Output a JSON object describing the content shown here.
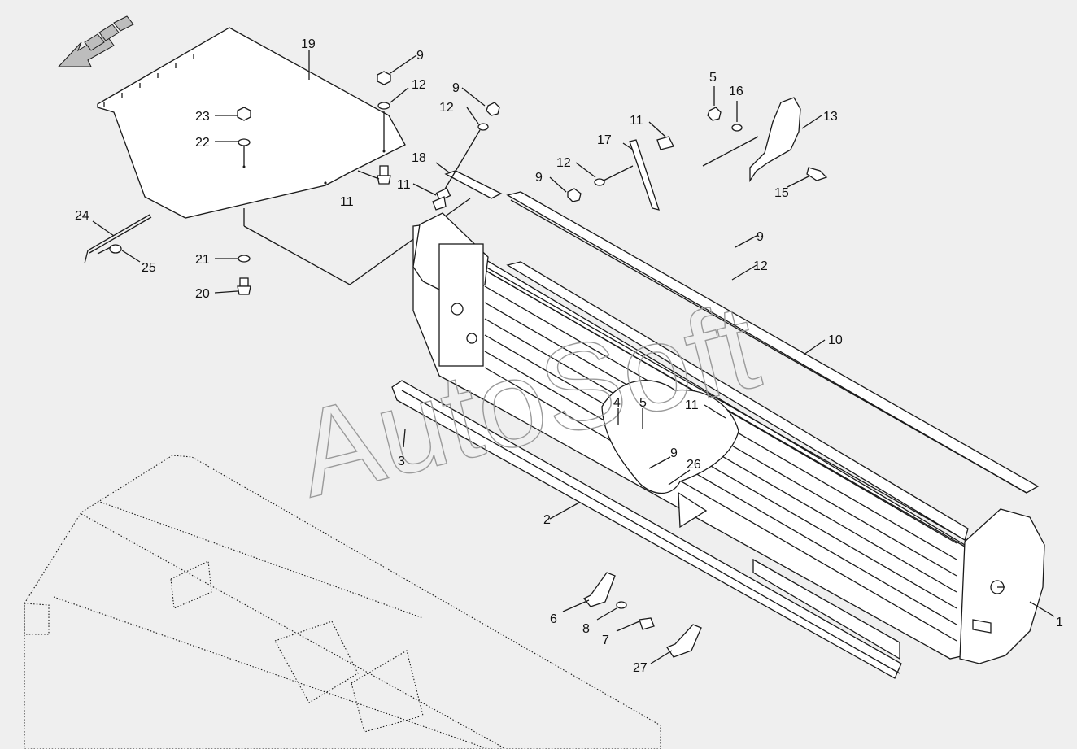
{
  "watermark": "AutoSoft",
  "callouts": {
    "c1": "1",
    "c2": "2",
    "c3": "3",
    "c4": "4",
    "c5a": "5",
    "c5b": "5",
    "c6": "6",
    "c7": "7",
    "c8": "8",
    "c9a": "9",
    "c9b": "9",
    "c9c": "9",
    "c9d": "9",
    "c9e": "9",
    "c10": "10",
    "c11a": "11",
    "c11b": "11",
    "c11c": "11",
    "c11d": "11",
    "c12a": "12",
    "c12b": "12",
    "c12c": "12",
    "c12d": "12",
    "c13": "13",
    "c15": "15",
    "c16": "16",
    "c17": "17",
    "c18": "18",
    "c19": "19",
    "c20": "20",
    "c21": "21",
    "c22": "22",
    "c23": "23",
    "c24": "24",
    "c25": "25",
    "c26": "26",
    "c27": "27"
  },
  "colors": {
    "background": "#efefef",
    "line": "#1a1a1a",
    "watermark": "#9a9a9a",
    "arrow_fill": "#bdbdbd"
  }
}
